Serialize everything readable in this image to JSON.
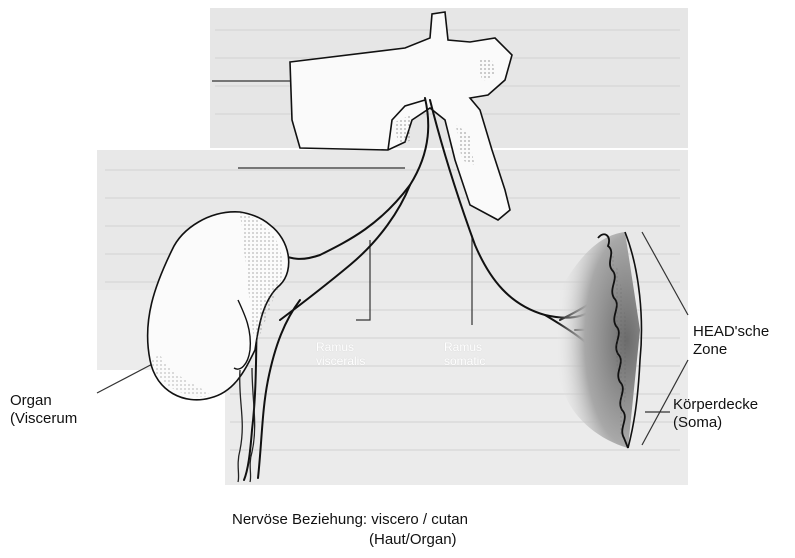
{
  "labels": {
    "organ_line1": "Organ",
    "organ_line2": "(Viscerum",
    "head_zone_line1": "HEAD'sche",
    "head_zone_line2": "Zone",
    "koerperdecke_line1": "Körperdecke",
    "koerperdecke_line2": "(Soma)",
    "ramus_visceralis_line1": "Ramus",
    "ramus_visceralis_line2": "visceralis",
    "ramus_somatic_line1": "Ramus",
    "ramus_somatic_line2": "somatic"
  },
  "caption": {
    "line1": "Nervöse Beziehung: viscero / cutan",
    "line2": "(Haut/Organ)"
  },
  "colors": {
    "background_panel": "#e9e9e9",
    "ink": "#111111",
    "skin_shade": "#8a8a8a"
  }
}
